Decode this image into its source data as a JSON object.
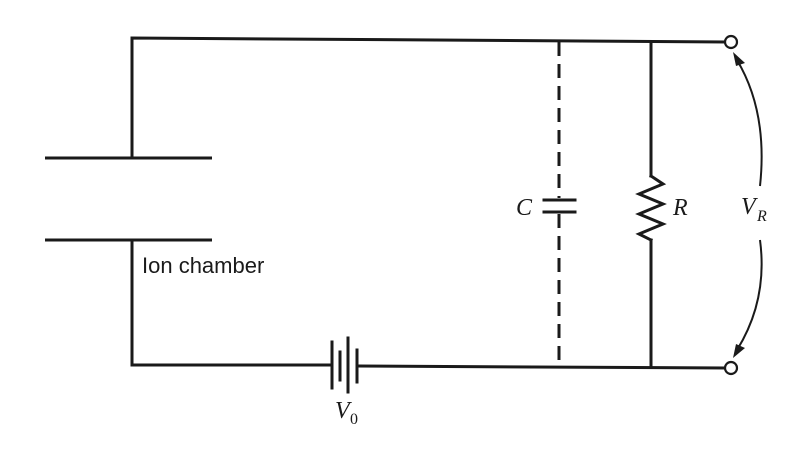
{
  "labels": {
    "ion_chamber": "Ion chamber",
    "capacitor": "C",
    "resistor": "R",
    "output_voltage": "V",
    "output_voltage_sub": "R",
    "source_voltage": "V",
    "source_voltage_sub": "0"
  },
  "colors": {
    "ink": "#1a1a1a",
    "background": "#ffffff"
  }
}
